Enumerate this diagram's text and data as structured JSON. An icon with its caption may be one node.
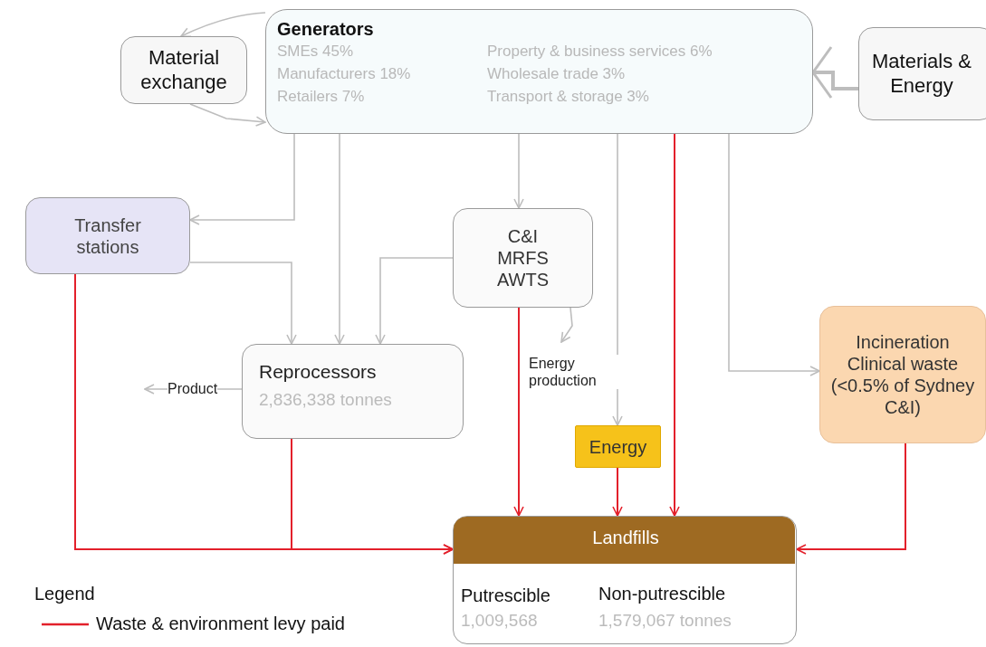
{
  "diagram": {
    "nodes": [
      {
        "text": [
          "Generators",
          "SMEs 45%",
          "Manufacturers 18%",
          "Retailers 7%",
          "Property & business services 6%",
          "Wholesale trade 3%",
          "Transport & storage 3%"
        ]
      },
      {
        "text": [
          "Material exchange"
        ]
      },
      {
        "text": [
          "Materials & Energy"
        ]
      },
      {
        "text": [
          "Transfer stations"
        ]
      },
      {
        "text": [
          "C&I MRFS AWTS"
        ]
      },
      {
        "text": [
          "Reprocessors",
          "2,836,338 tonnes"
        ]
      },
      {
        "text": [
          "Energy"
        ]
      },
      {
        "text": [
          "Incineration Clinical waste",
          "(<0.5% of Sydney C&I)"
        ]
      },
      {
        "text": [
          "Landfills",
          "Putrescible",
          "1,009,568",
          "Non-putrescible",
          "1,579,067 tonnes"
        ]
      }
    ],
    "edges": [
      {
        "from": 0,
        "to": 1,
        "arrow": "to"
      },
      {
        "from": 1,
        "to": 0,
        "arrow": "to"
      },
      {
        "from": 2,
        "to": 0,
        "arrow": "to",
        "style": "thick"
      },
      {
        "from": 0,
        "to": 3,
        "arrow": "to"
      },
      {
        "from": 0,
        "to": 5,
        "arrow": "to"
      },
      {
        "from": 3,
        "to": 5,
        "arrow": "to"
      },
      {
        "from": 4,
        "to": 5,
        "arrow": "to"
      },
      {
        "from": 0,
        "to": 4,
        "arrow": "to"
      },
      {
        "from": 0,
        "to": 6,
        "arrow": "to"
      },
      {
        "from": 0,
        "to": 7,
        "arrow": "to"
      },
      {
        "from": 0,
        "to": 8,
        "arrow": "to",
        "color": "#e3202b"
      },
      {
        "from": 4,
        "to": 8,
        "arrow": "to",
        "color": "#e3202b"
      },
      {
        "from": 6,
        "to": 8,
        "arrow": "to",
        "color": "#e3202b"
      },
      {
        "from": 3,
        "to": 8,
        "arrow": "to",
        "color": "#e3202b"
      },
      {
        "from": 5,
        "to": 8,
        "arrow": "to",
        "color": "#e3202b"
      },
      {
        "from": 7,
        "to": 8,
        "arrow": "to",
        "color": "#e3202b"
      },
      {
        "from": 5,
        "to": null,
        "arrow": "to",
        "label": "Product"
      },
      {
        "from": 4,
        "to": null,
        "arrow": "to",
        "label": "Energy production"
      }
    ],
    "labels": [
      "Legend"
    ],
    "legend": [
      {
        "text": "Waste & environment levy paid"
      }
    ]
  }
}
